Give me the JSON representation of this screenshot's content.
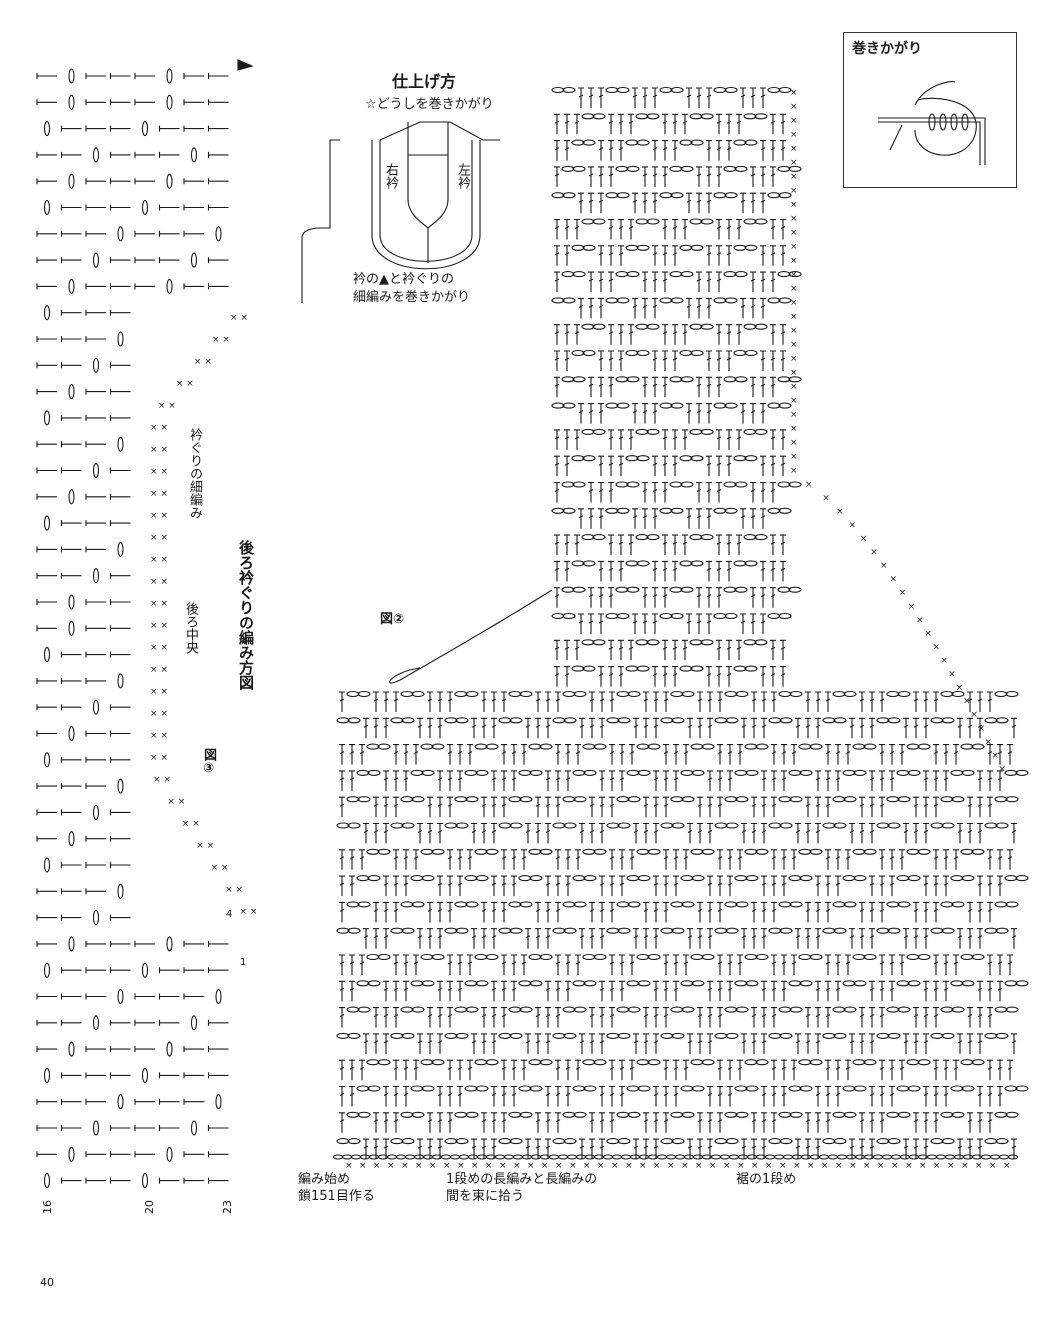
{
  "finishing": {
    "title": "仕上げ方",
    "note_top": "☆どうしを巻きかがり",
    "right_collar": "右衿",
    "left_collar": "左衿",
    "note_bottom_1": "衿の▲と衿ぐりの",
    "note_bottom_2": "細編みを巻きかがり"
  },
  "whip_stitch_box": {
    "title": "巻きかがり"
  },
  "figure2": {
    "label": "図②",
    "start_note_1": "編み始め",
    "start_note_2": "鎖151目作る",
    "pickup_note_1": "1段めの長編みと長編みの",
    "pickup_note_2": "間を束に拾う",
    "hem_note": "裾の1段め"
  },
  "figure3": {
    "label": "図③",
    "title": "後ろ衿ぐりの編み方図",
    "neck_sc_note": "衿ぐりの細編み",
    "back_center": "後ろ中央",
    "row_numbers": [
      "16",
      "20",
      "23"
    ],
    "small_numbers": [
      "4",
      "1"
    ]
  },
  "page_number": "40",
  "colors": {
    "ink": "#1a1a1a"
  }
}
